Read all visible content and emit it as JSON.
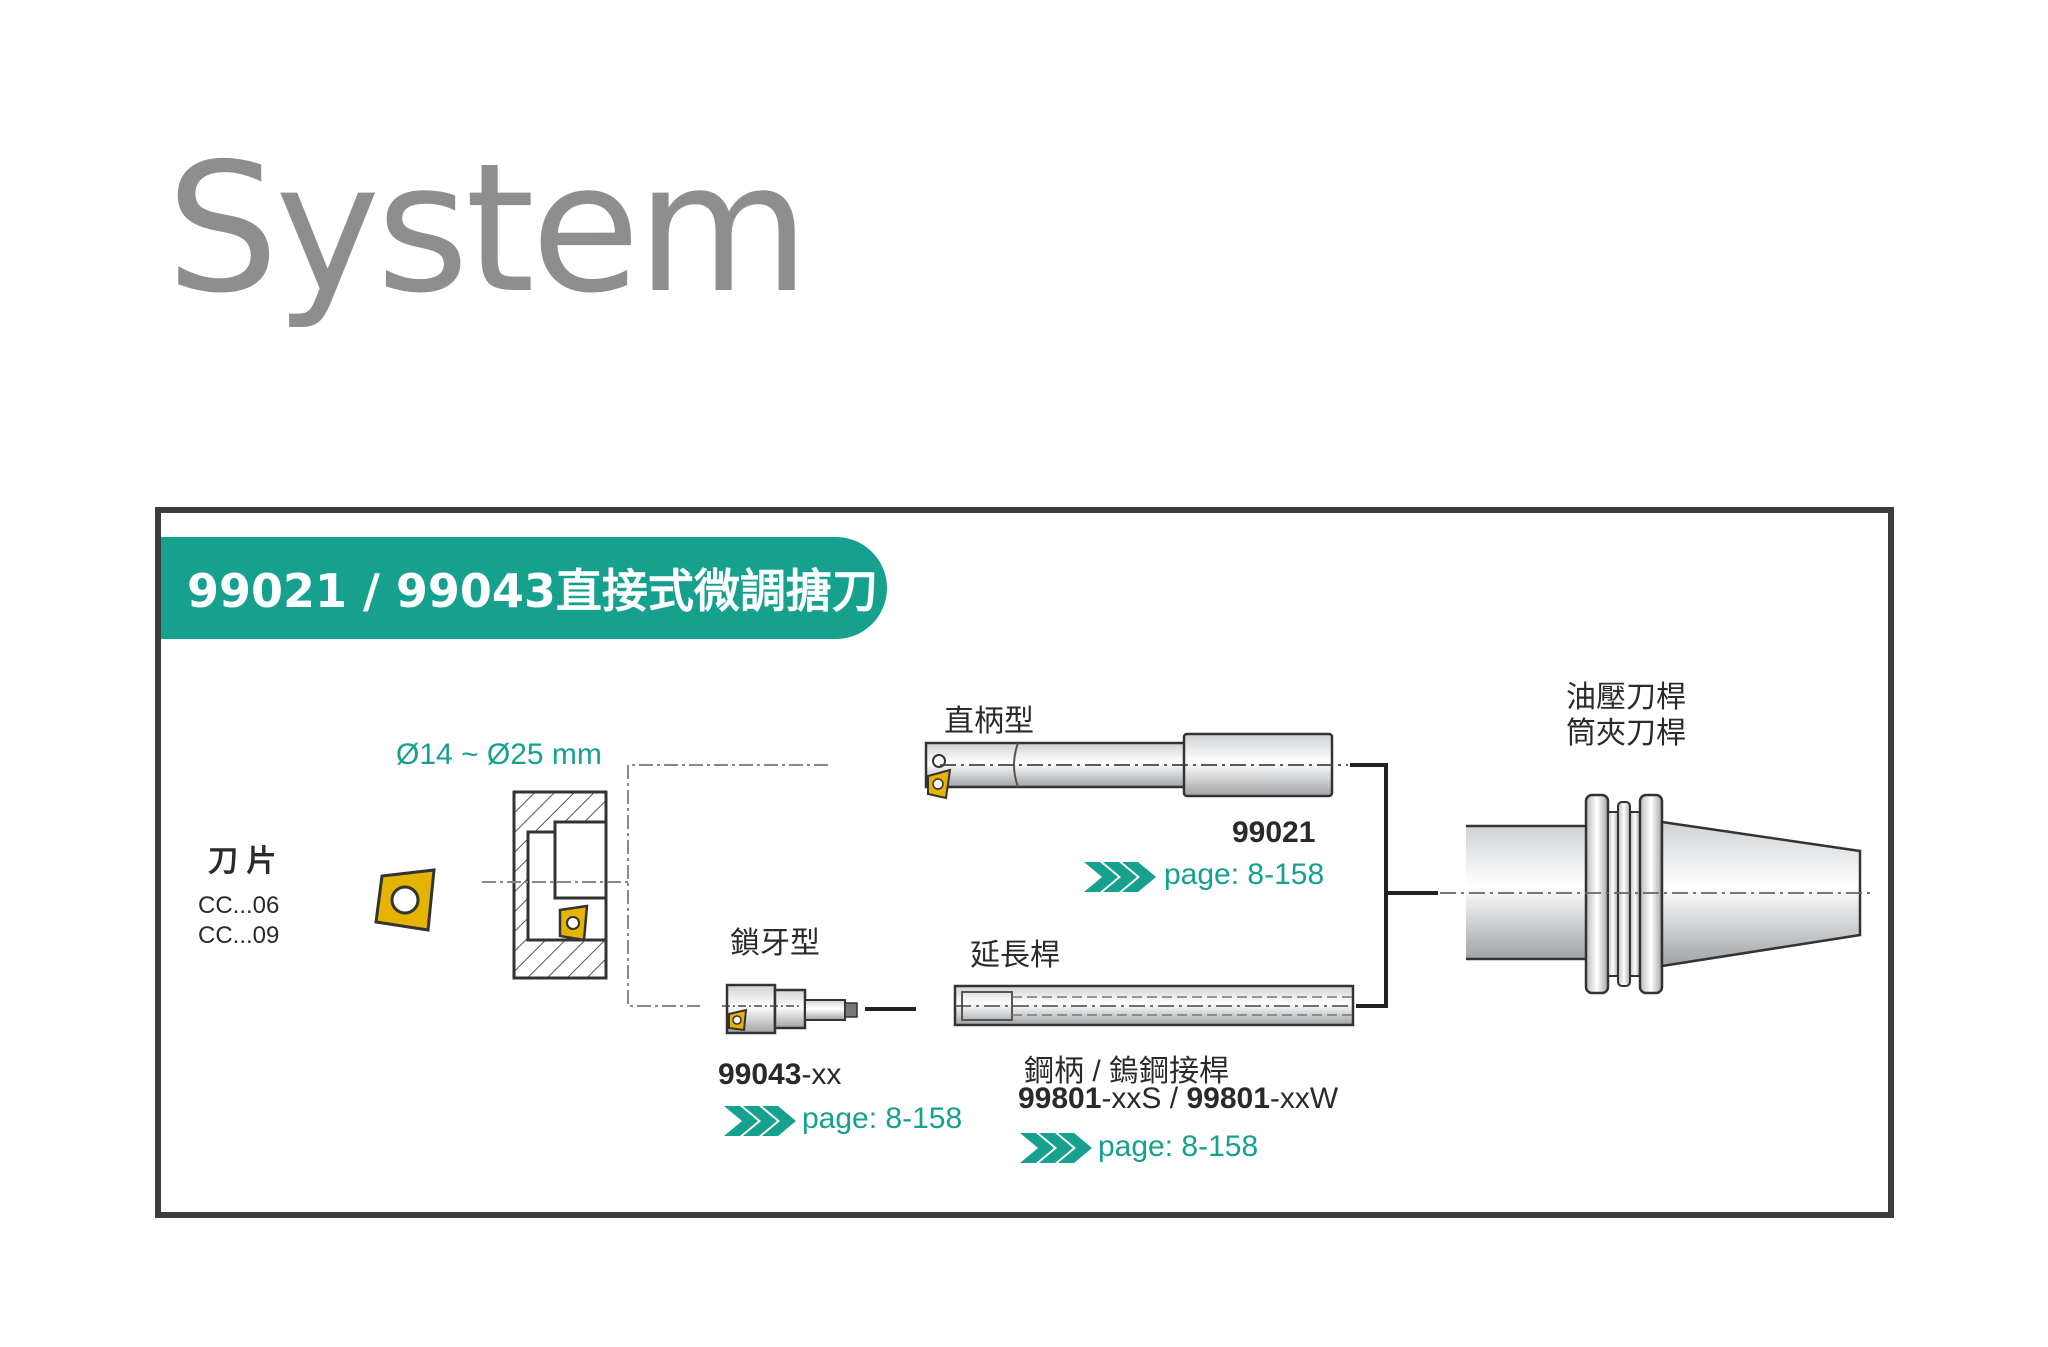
{
  "title": "System",
  "banner": {
    "text": "99021 / 99043直接式微調搪刀"
  },
  "labels": {
    "diameter_range": "Ø14 ~ Ø25 mm",
    "insert": "刀 片",
    "insert_model_1": "CC...06",
    "insert_model_2": "CC...09",
    "straight_shank": "直柄型",
    "straight_code": "99021",
    "screw_type": "鎖牙型",
    "screw_code_bold": "99043",
    "screw_code_suffix": "-xx",
    "extension_bar": "延長桿",
    "ext_desc": "鋼柄 / 鎢鋼接桿",
    "ext_code_a_bold": "99801",
    "ext_code_a_suffix": "-xxS / ",
    "ext_code_b_bold": "99801",
    "ext_code_b_suffix": "-xxW",
    "holder_line1": "油壓刀桿",
    "holder_line2": "筒夾刀桿",
    "page_ref_1": "page: 8-158",
    "page_ref_2": "page: 8-158",
    "page_ref_3": "page: 8-158"
  },
  "colors": {
    "accent": "#16a08e",
    "frame": "#3d3d3d",
    "title_gray": "#8e8e8e",
    "insert_gold": "#e4b400"
  }
}
